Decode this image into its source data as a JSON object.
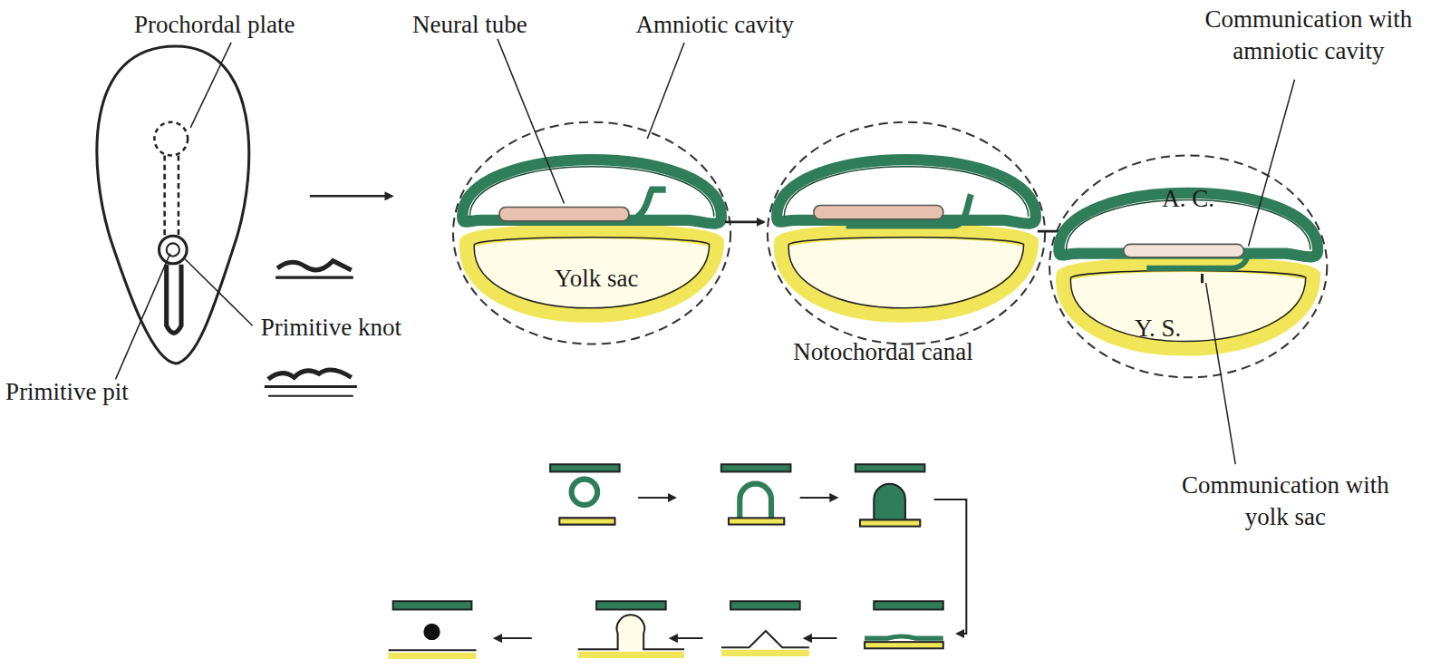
{
  "diagram": {
    "labels": [
      "Prochordal plate",
      "Neural tube",
      "Amniotic cavity",
      "Communication with amniotic cavity",
      "Yolk sac",
      "Primitive knot",
      "Primitive pit",
      "Notochordal canal",
      "A. C.",
      "Y. S.",
      "Communication with yolk sac"
    ]
  }
}
